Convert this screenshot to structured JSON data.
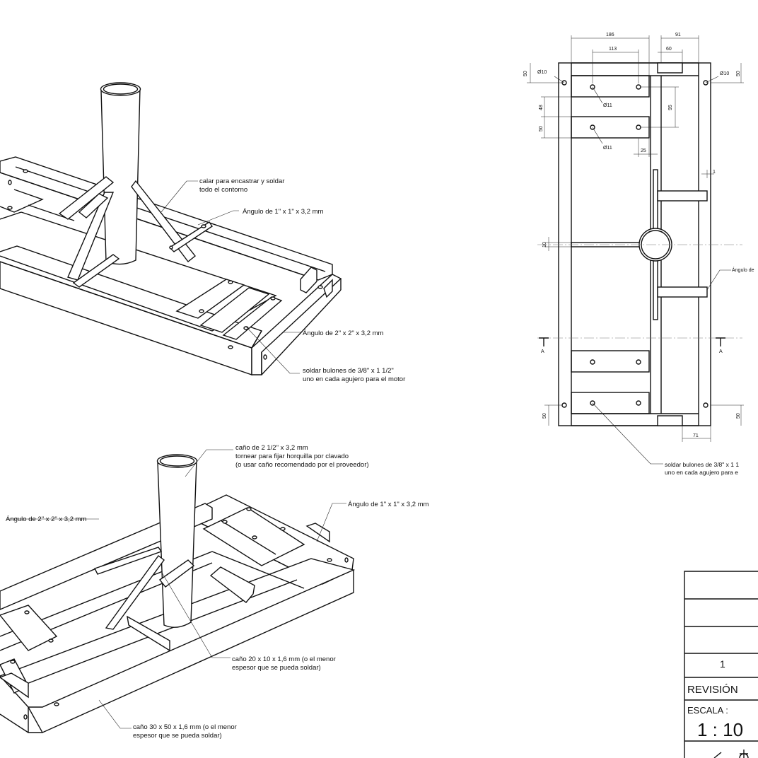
{
  "iso_top": {
    "notes": {
      "calar": [
        "calar para encastrar y soldar",
        "todo el contorno"
      ],
      "angulo1": "Ángulo de 1\" x 1\" x 3,2 mm",
      "angulo2": "Ángulo de 2\" x 2\" x 3,2 mm",
      "bulones": [
        "soldar bulones de 3/8\" x 1 1/2\"",
        "uno en cada agujero para el motor"
      ]
    }
  },
  "iso_bottom": {
    "notes": {
      "cano_main": [
        "caño de 2 1/2\" x 3,2 mm",
        "tornear para fijar horquilla por clavado",
        "(o usar caño recomendado por el proveedor)"
      ],
      "angulo1": "Ángulo de 1\" x 1\" x 3,2 mm",
      "angulo2": "Ángulo de 2\" x 2\" x 3,2 mm",
      "cano_20": [
        "caño 20 x 10 x 1,6 mm (o el menor",
        "espesor que se pueda soldar)"
      ],
      "cano_30": [
        "caño 30 x 50 x 1,6 mm (o el menor",
        "espesor que se pueda soldar)"
      ]
    }
  },
  "plan_view": {
    "dims": {
      "d186": "186",
      "d113": "113",
      "d91": "91",
      "d60": "60",
      "d50_tl": "50",
      "d50_tr": "50",
      "d48": "48",
      "d50_l2": "50",
      "d95": "95",
      "d25": "25",
      "d10": "10",
      "d1": "1",
      "d50_bl": "50",
      "d50_br": "50",
      "d71": "71"
    },
    "holes": {
      "o10_l": "Ø10",
      "o10_r": "Ø10",
      "o11_a": "Ø11",
      "o11_b": "Ø11"
    },
    "section": {
      "left": "A",
      "right": "A"
    },
    "notes": {
      "angulo_cut": "Ángulo de",
      "bulones": [
        "soldar bulones de 3/8\" x 1 1",
        "uno en cada agujero para e"
      ]
    }
  },
  "title_block": {
    "revision_number": "1",
    "revision_label": "REVISIÓN",
    "scale_label": "ESCALA :",
    "scale_value": "1 : 10"
  }
}
